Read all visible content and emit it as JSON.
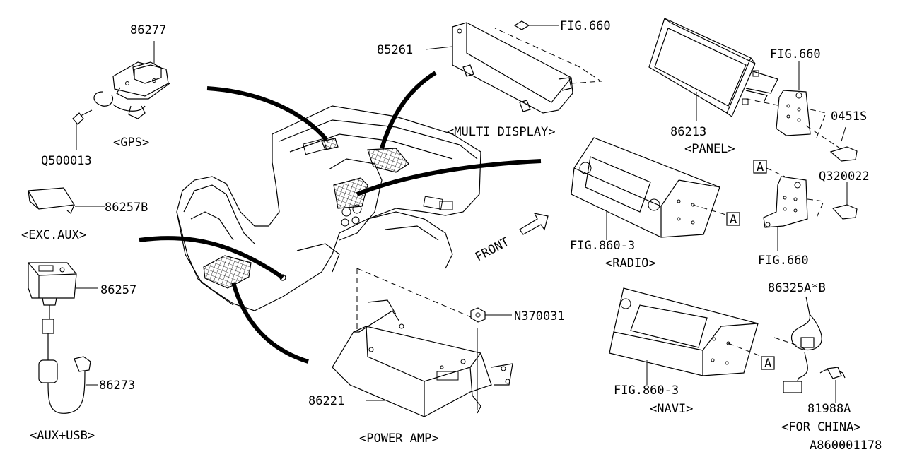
{
  "parts": {
    "p86277": "86277",
    "gps": "<GPS>",
    "q500013": "Q500013",
    "p86257b": "86257B",
    "exc_aux": "<EXC.AUX>",
    "p86257": "86257",
    "p86273": "86273",
    "aux_usb": "<AUX+USB>",
    "p85261": "85261",
    "fig660_top": "FIG.660",
    "multi_display": "<MULTI DISPLAY>",
    "front": "FRONT",
    "p86221": "86221",
    "power_amp": "<POWER AMP>",
    "n370031": "N370031",
    "fig660_panel": "FIG.660",
    "p86213": "86213",
    "panel": "<PANEL>",
    "p0451s": "0451S",
    "q320022": "Q320022",
    "fig660_bracket": "FIG.660",
    "fig860_3_radio": "FIG.860-3",
    "radio": "<RADIO>",
    "fig860_3_navi": "FIG.860-3",
    "navi": "<NAVI>",
    "p86325": "86325A*B",
    "p81988a": "81988A",
    "for_china": "<FOR CHINA>",
    "ref_a": "A",
    "code": "A860001178"
  }
}
